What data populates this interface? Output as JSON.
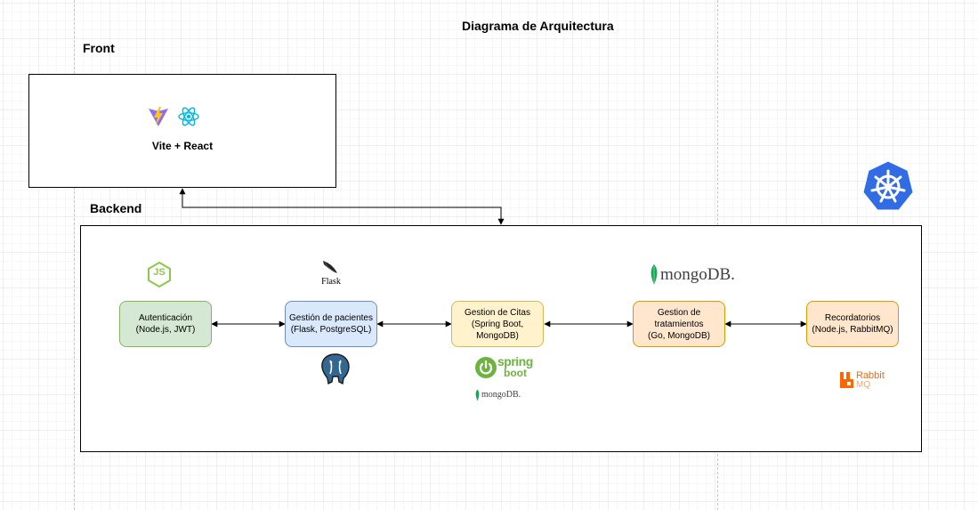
{
  "title": "Diagrama de Arquitectura",
  "front": {
    "label": "Front",
    "app_label": "Vite + React",
    "icons": [
      "vite-icon",
      "react-icon"
    ]
  },
  "backend": {
    "label": "Backend",
    "services": [
      {
        "id": "auth",
        "text": "Autenticación\n(Node.js, JWT)",
        "color": "#d5e8d4"
      },
      {
        "id": "patients",
        "text": "Gestión de pacientes\n(Flask, PostgreSQL)",
        "color": "#dae8fc"
      },
      {
        "id": "appointments",
        "text": "Gestion de Citas\n(Spring Boot,\nMongoDB)",
        "color": "#fff2cc"
      },
      {
        "id": "treatments",
        "text": "Gestion de\ntratamientos\n(Go, MongoDB)",
        "color": "#ffe6cc"
      },
      {
        "id": "reminders",
        "text": "Recordatorios\n(Node.js, RabbitMQ)",
        "color": "#ffe6cc"
      }
    ]
  },
  "logos": {
    "nodejs": "JS",
    "flask": "Flask",
    "mongodb_large": "mongoDB.",
    "mongodb_small": "mongoDB.",
    "spring_top": "spring",
    "spring_bottom": "boot",
    "rabbit_top": "Rabbit",
    "rabbit_bottom": "MQ",
    "postgresql": "postgresql-icon",
    "kubernetes": "kubernetes-icon"
  },
  "colors": {
    "green_fill": "#d5e8d4",
    "green_stroke": "#82b366",
    "blue_fill": "#dae8fc",
    "blue_stroke": "#6c8ebf",
    "yellow_fill": "#fff2cc",
    "yellow_stroke": "#d6b656",
    "orange_fill": "#ffe6cc",
    "orange_stroke": "#d79b00",
    "kubernetes": "#326ce5",
    "mongodb_green": "#13aa52",
    "spring_green": "#6db33f",
    "rabbit_orange": "#ff6600"
  }
}
